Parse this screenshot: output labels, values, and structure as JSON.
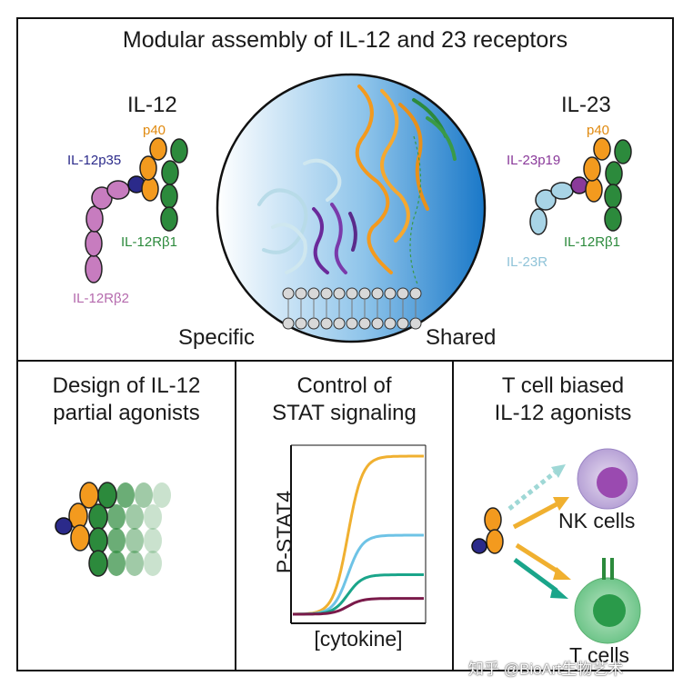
{
  "top": {
    "title": "Modular assembly of IL-12 and 23 receptors",
    "il12": {
      "name": "IL-12",
      "p40": "p40",
      "p35": "IL-12p35",
      "rb1": "IL-12Rβ1",
      "rb2": "IL-12Rβ2"
    },
    "il23": {
      "name": "IL-23",
      "p40": "p40",
      "p19": "IL-23p19",
      "rb1": "IL-12Rβ1",
      "r": "IL-23R"
    },
    "specific": "Specific",
    "shared": "Shared"
  },
  "panels": [
    {
      "title_line1": "Design of IL-12",
      "title_line2": "partial agonists"
    },
    {
      "title_line1": "Control of",
      "title_line2": "STAT signaling"
    },
    {
      "title_line1": "T cell biased",
      "title_line2": "IL-12 agonists"
    }
  ],
  "chart_data": {
    "type": "line",
    "xlabel": "[cytokine]",
    "ylabel": "P-STAT4",
    "series": [
      {
        "color": "#f0b030",
        "plateau": 1.0
      },
      {
        "color": "#6ec3e6",
        "plateau": 0.5
      },
      {
        "color": "#1aa58a",
        "plateau": 0.25
      },
      {
        "color": "#7a1a4a",
        "plateau": 0.1
      }
    ]
  },
  "cells": {
    "nk": "NK cells",
    "t": "T cells"
  },
  "watermark": "知乎 @BioArt生物艺术",
  "colors": {
    "p40": "#f39a1e",
    "p35": "#2b2a8a",
    "rb1": "#2c8a3c",
    "rb2": "#c77cbf",
    "p19": "#8a3a9a",
    "il23r": "#a8d4e6"
  }
}
